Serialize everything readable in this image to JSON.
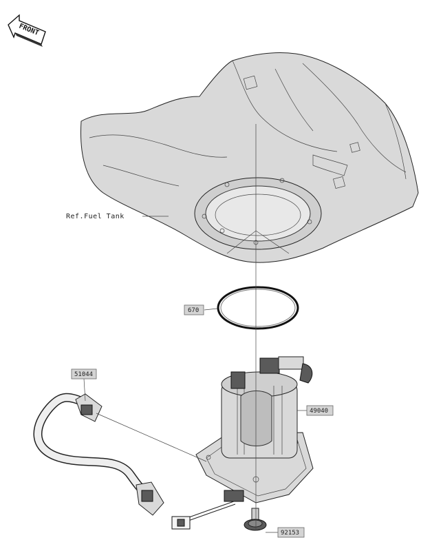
{
  "front_label": "FRONT",
  "ref_label": "Ref.Fuel Tank",
  "callouts": [
    {
      "id": "oring",
      "part_no": "670"
    },
    {
      "id": "hose",
      "part_no": "51044"
    },
    {
      "id": "pump",
      "part_no": "49040"
    },
    {
      "id": "bolt",
      "part_no": "92153"
    }
  ],
  "colors": {
    "line": "#222222",
    "tag_fill": "#d4d4d4",
    "part_fill": "#d9d9d9"
  }
}
